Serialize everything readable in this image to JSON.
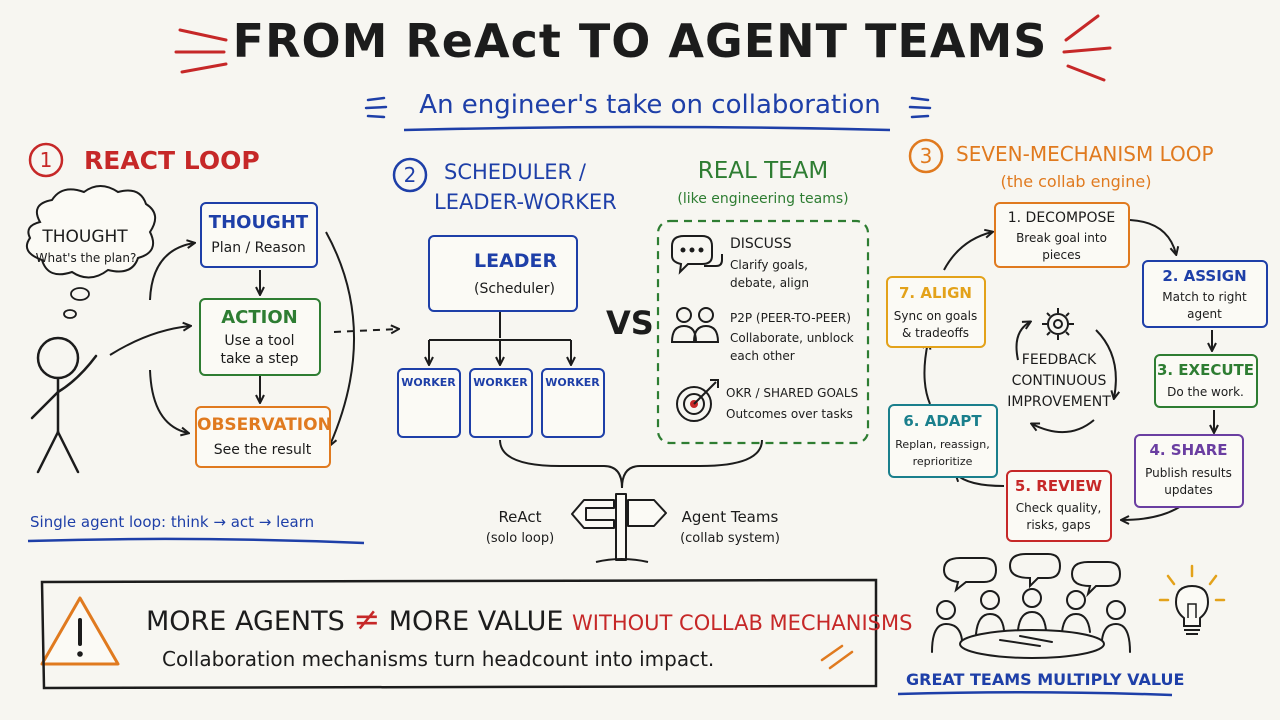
{
  "title": "FROM ReAct TO AGENT TEAMS",
  "subtitle": "An engineer's take on collaboration",
  "sec1": {
    "heading": "REACT LOOP",
    "thought_bubble": {
      "title": "THOUGHT",
      "text": "What's the plan?"
    },
    "thought": {
      "title": "THOUGHT",
      "text": "Plan / Reason"
    },
    "action": {
      "title": "ACTION",
      "line1": "Use a tool",
      "line2": "take a step"
    },
    "observation": {
      "title": "OBSERVATION",
      "text": "See the result"
    },
    "caption": "Single agent loop: think → act → learn"
  },
  "sec2": {
    "heading1": "SCHEDULER /",
    "heading2": "LEADER-WORKER",
    "leader": {
      "title": "LEADER",
      "text": "(Scheduler)"
    },
    "worker_label": "WORKER",
    "vs": "VS"
  },
  "team": {
    "heading": "REAL TEAM",
    "sub": "(like engineering teams)",
    "discuss": {
      "title": "DISCUSS",
      "line1": "Clarify goals,",
      "line2": "debate, align"
    },
    "p2p": {
      "title": "P2P (PEER-TO-PEER)",
      "line1": "Collaborate, unblock",
      "line2": "each other"
    },
    "okr": {
      "title": "OKR / SHARED GOALS",
      "text": "Outcomes over tasks"
    }
  },
  "signpost": {
    "left1": "ReAct",
    "left2": "(solo loop)",
    "right1": "Agent Teams",
    "right2": "(collab system)"
  },
  "banner": {
    "part1": "MORE AGENTS",
    "neq": "≠",
    "part2": "MORE VALUE",
    "part3": "WITHOUT COLLAB MECHANISMS",
    "line2": "Collaboration mechanisms turn headcount into impact."
  },
  "sec3": {
    "heading": "SEVEN-MECHANISM LOOP",
    "sub": "(the collab engine)",
    "center1": "FEEDBACK",
    "center2": "CONTINUOUS",
    "center3": "IMPROVEMENT",
    "m1": {
      "title": "1. DECOMPOSE",
      "line1": "Break goal into",
      "line2": "pieces"
    },
    "m2": {
      "title": "2. ASSIGN",
      "line1": "Match to right",
      "line2": "agent"
    },
    "m3": {
      "title": "3. EXECUTE",
      "line1": "Do the work."
    },
    "m4": {
      "title": "4. SHARE",
      "line1": "Publish results",
      "line2": "updates"
    },
    "m5": {
      "title": "5. REVIEW",
      "line1": "Check quality,",
      "line2": "risks, gaps"
    },
    "m6": {
      "title": "6. ADAPT",
      "line1": "Replan, reassign,",
      "line2": "reprioritize"
    },
    "m7": {
      "title": "7. ALIGN",
      "line1": "Sync on goals",
      "line2": "& tradeoffs"
    },
    "footer": "GREAT TEAMS MULTIPLY VALUE"
  },
  "colors": {
    "blue": "#1e3fa8",
    "green": "#2e7d32",
    "orange": "#e07a1f",
    "red": "#c62828",
    "purple": "#6a3ea1",
    "teal": "#1a7f8c",
    "yellow": "#e3a21a",
    "ink": "#1c1c1c"
  },
  "icons": [
    "chat-bubbles-icon",
    "two-people-icon",
    "target-icon",
    "gear-icon",
    "warning-icon",
    "lightbulb-icon",
    "stick-figure-icon",
    "signpost-icon"
  ]
}
